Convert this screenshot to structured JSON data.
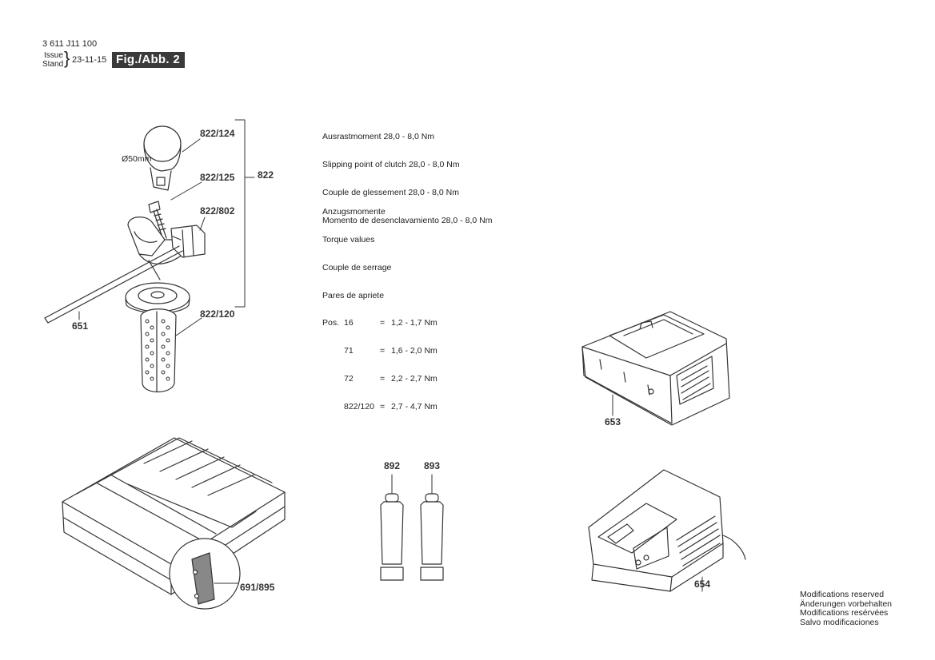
{
  "header": {
    "part_number": "3 611 J11 100",
    "issue_label": "Issue",
    "stand_label": "Stand",
    "date": "23-11-15",
    "figure": "Fig./Abb. 2"
  },
  "clutch": {
    "lines": [
      "Ausrastmoment 28,0 - 8,0 Nm",
      "Slipping point of clutch 28,0 - 8,0 Nm",
      "Couple de glessement 28,0 - 8,0 Nm",
      "Momento de desenclavamiento 28,0 - 8,0 Nm"
    ]
  },
  "torque": {
    "headings": [
      "Anzugsmomente",
      "Torque values",
      "Couple de serrage",
      "Pares de apriete"
    ],
    "pos_label": "Pos.",
    "rows": [
      {
        "pos": "16",
        "value": "1,2 - 1,7 Nm"
      },
      {
        "pos": "71",
        "value": "1,6 - 2,0 Nm"
      },
      {
        "pos": "72",
        "value": "2,2 - 2,7 Nm"
      },
      {
        "pos": "822/120",
        "value": "2,7 - 4,7 Nm"
      }
    ]
  },
  "labels": {
    "p822_124": "822/124",
    "p822_125": "822/125",
    "p822": "822",
    "p822_802": "822/802",
    "p822_120": "822/120",
    "p651": "651",
    "diameter": "Ø50mm",
    "p653": "653",
    "p892": "892",
    "p893": "893",
    "p691_895": "691/895",
    "p654": "654"
  },
  "notes": [
    "Modifications reserved",
    "Änderungen vorbehalten",
    "Modifications resérvées",
    "Salvo modificaciones"
  ]
}
